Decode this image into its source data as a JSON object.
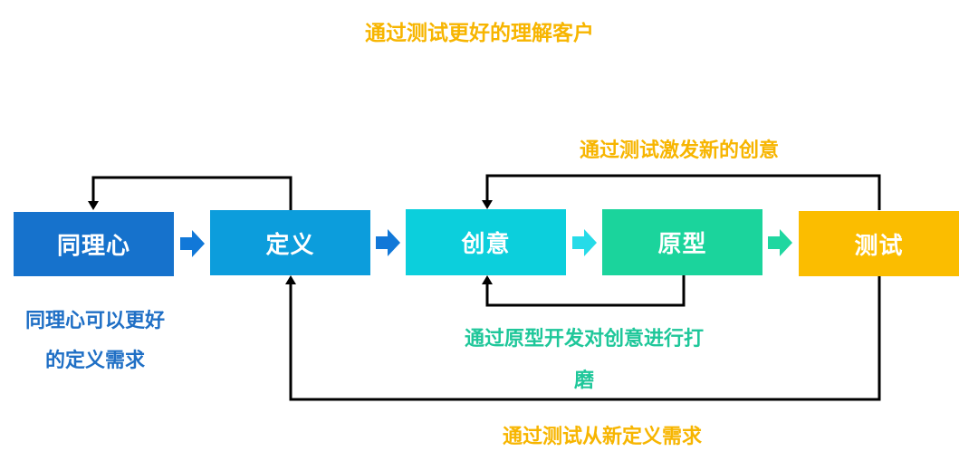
{
  "title": "通过测试更好的理解客户",
  "colors": {
    "empathy": "#1672cc",
    "define": "#0c9ddc",
    "ideate": "#0ccfdc",
    "prototype": "#1bd49c",
    "test": "#fbbd00",
    "arrow_blue": "#1178d8",
    "arrow_teal": "#26dbe8",
    "arrow_green": "#1fd7a0",
    "line": "#000000"
  },
  "stages": [
    {
      "id": "empathy",
      "label": "同理心"
    },
    {
      "id": "define",
      "label": "定义"
    },
    {
      "id": "ideate",
      "label": "创意"
    },
    {
      "id": "prototype",
      "label": "原型"
    },
    {
      "id": "test",
      "label": "测试"
    }
  ],
  "labels": {
    "test_inspire": "通过测试激发新的创意",
    "prototype_refine_line1": "通过原型开发对创意进行打",
    "prototype_refine_line2": "磨",
    "test_redefine": "通过测试从新定义需求",
    "empathy_note_line1": "同理心可以更好",
    "empathy_note_line2": "的定义需求"
  }
}
